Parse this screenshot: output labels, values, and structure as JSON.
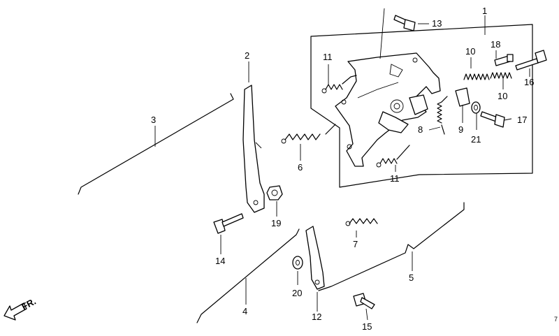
{
  "callouts": {
    "p1": "1",
    "p2": "2",
    "p3": "3",
    "p4": "4",
    "p5": "5",
    "p6": "6",
    "p7": "7",
    "p8": "8",
    "p9": "9",
    "p10a": "10",
    "p10b": "10",
    "p11a": "11",
    "p11b": "11",
    "p12": "12",
    "p13": "13",
    "p14": "14",
    "p15": "15",
    "p16": "16",
    "p17": "17",
    "p18": "18",
    "p19": "19",
    "p20": "20",
    "p21": "21"
  },
  "direction_label": "FR.",
  "corner_mark": "7"
}
